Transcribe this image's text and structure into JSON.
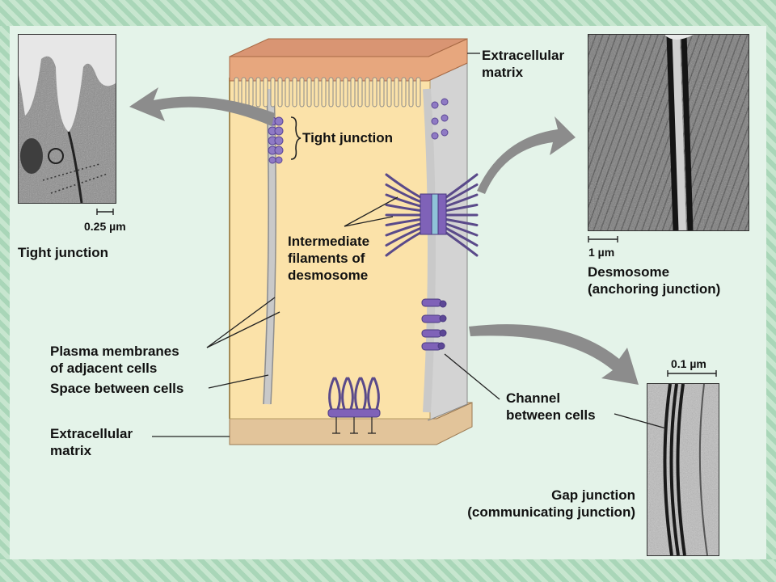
{
  "labels": {
    "extracellular_matrix_top": [
      "Extracellular",
      "matrix"
    ],
    "tight_junction_callout": "Tight junction",
    "intermediate_filaments": [
      "Intermediate",
      "filaments of",
      "desmosome"
    ],
    "plasma_membranes": [
      "Plasma membranes",
      "of adjacent cells"
    ],
    "space_between_cells": "Space between cells",
    "extracellular_matrix_bottom": [
      "Extracellular",
      "matrix"
    ],
    "channel_between_cells": [
      "Channel",
      "between cells"
    ]
  },
  "micrographs": {
    "tight_junction": {
      "caption": "Tight junction",
      "scale": "0.25 µm"
    },
    "desmosome": {
      "caption": [
        "Desmosome",
        "(anchoring junction)"
      ],
      "scale": "1 µm"
    },
    "gap_junction": {
      "caption": [
        "Gap junction",
        "(communicating junction)"
      ],
      "scale": "0.1 µm"
    }
  },
  "colors": {
    "cell_cytoplasm": "#fbe2a9",
    "adjacent_cell": "#d3d3d3",
    "matrix_top": "#e7a77e",
    "matrix_bottom": "#e2c49a",
    "junction_purple": "#7f62b8",
    "arrow_gray": "#8c8c8c"
  }
}
